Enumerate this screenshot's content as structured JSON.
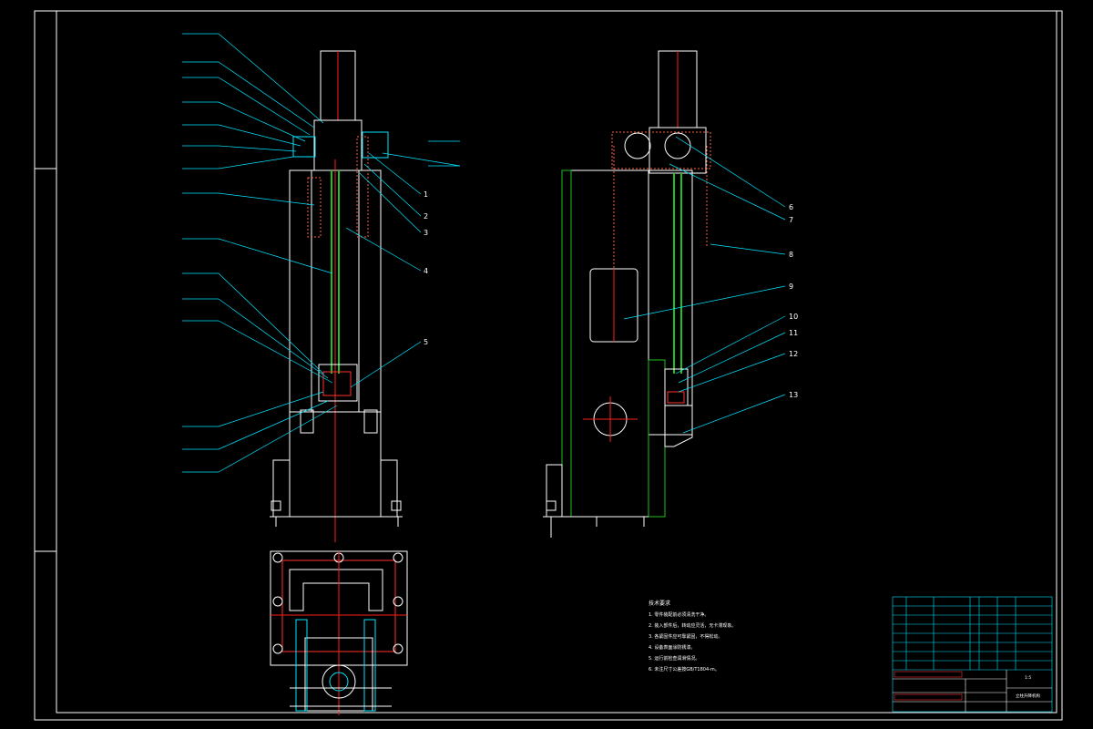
{
  "sheet": {
    "background": "#000000",
    "colors": {
      "frame": "#ffffff",
      "leader": "#00e5ff",
      "outline": "#ffffff",
      "centerline": "#ff2020",
      "hatch": "#20c020",
      "annotation": "#00e5ff",
      "border_inner": "#00e5ff"
    }
  },
  "balloons": [
    "1",
    "2",
    "3",
    "4",
    "5",
    "6",
    "7",
    "8",
    "9",
    "10",
    "11",
    "12",
    "13"
  ],
  "technical_notes": {
    "title": "技术要求",
    "items": [
      "1. 零件装配前必须清洗干净。",
      "2. 装入部件后，转动应灵活，无卡滞现象。",
      "3. 各紧固件应可靠紧固，不得松动。",
      "4. 设备表面涂防锈漆。",
      "5. 运行前检查润滑情况。",
      "6. 未注尺寸公差按GB/T1804-m。"
    ]
  },
  "title_block": {
    "drawing_name": "立柱升降机构",
    "scale": "1:5"
  }
}
